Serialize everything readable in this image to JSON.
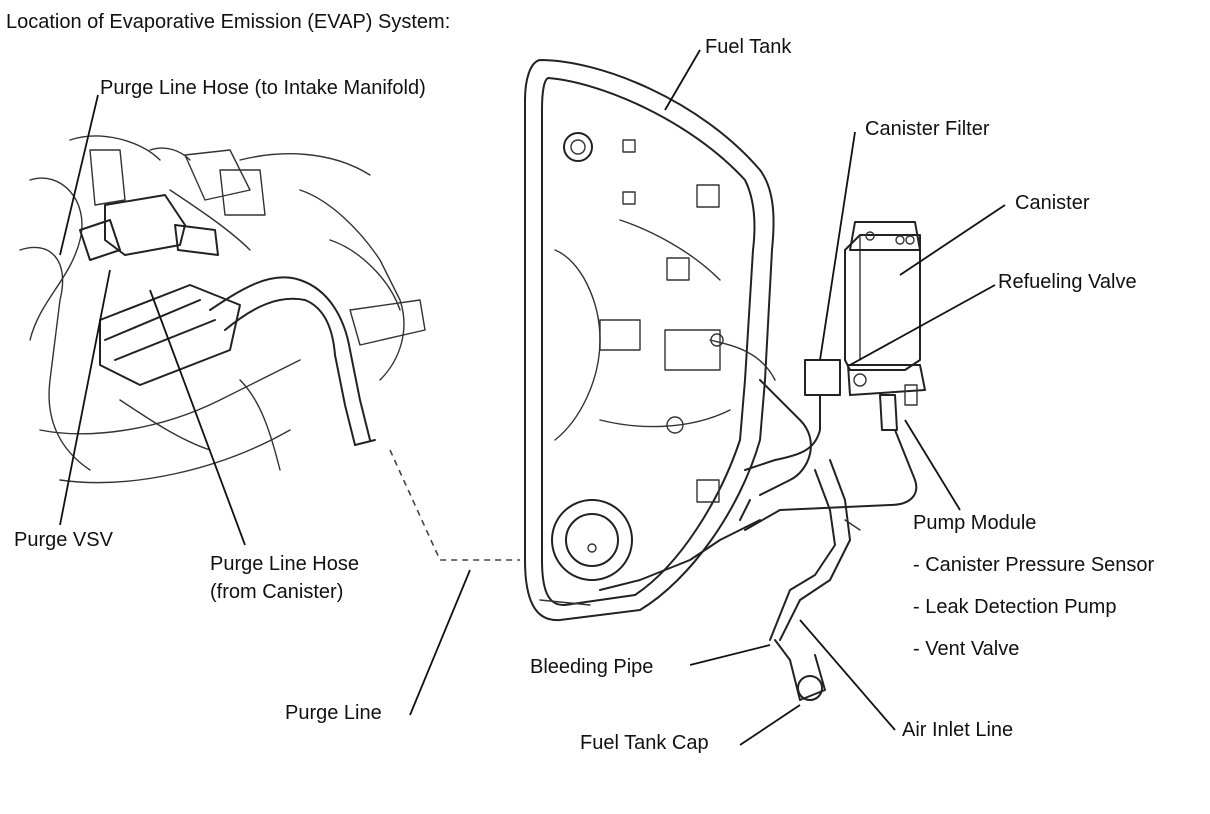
{
  "title": "Location of Evaporative Emission (EVAP) System:",
  "labels": {
    "fuel_tank": "Fuel Tank",
    "purge_line_hose_intake": "Purge Line Hose (to Intake Manifold)",
    "canister_filter": "Canister Filter",
    "canister": "Canister",
    "refueling_valve": "Refueling Valve",
    "purge_vsv": "Purge VSV",
    "purge_line_hose_canister_1": "Purge Line Hose",
    "purge_line_hose_canister_2": "(from Canister)",
    "pump_module": "Pump Module",
    "canister_pressure_sensor": "- Canister Pressure Sensor",
    "leak_detection_pump": "- Leak Detection Pump",
    "vent_valve": "- Vent Valve",
    "bleeding_pipe": "Bleeding Pipe",
    "purge_line": "Purge Line",
    "fuel_tank_cap": "Fuel Tank Cap",
    "air_inlet_line": "Air Inlet Line"
  },
  "colors": {
    "line": "#111111",
    "background": "#ffffff"
  }
}
